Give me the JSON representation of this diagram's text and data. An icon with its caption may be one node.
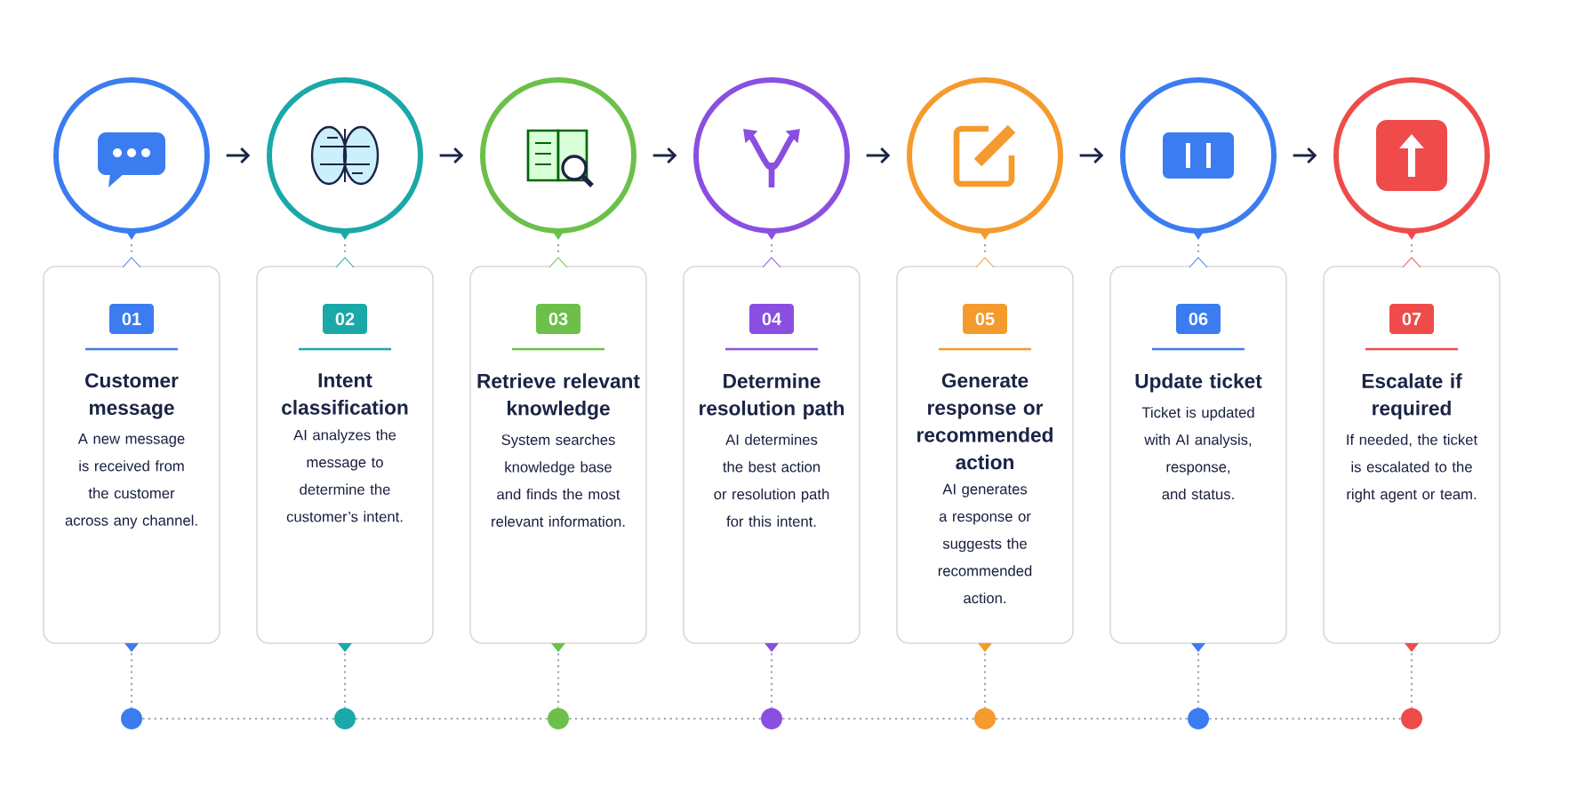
{
  "diagram": {
    "nodes": [
      {
        "text": [],
        "shape": "circle"
      },
      {
        "text": [],
        "shape": "circle"
      },
      {
        "text": [],
        "shape": "circle"
      },
      {
        "text": [],
        "shape": "circle"
      },
      {
        "text": [],
        "shape": "circle"
      },
      {
        "text": [],
        "shape": "circle"
      },
      {
        "text": [],
        "shape": "circle"
      },
      {
        "text": [
          "01",
          "Customer message",
          "A new message is received from the customer across any channel."
        ]
      },
      {
        "text": [
          "02",
          "Intent classification",
          "AI analyzes the message to determine the customer’s intent."
        ]
      },
      {
        "text": [
          "03",
          "Retrieve relevant knowledge",
          "System searches knowledge base and finds the most relevant information."
        ]
      },
      {
        "text": [
          "04",
          "Determine resolution path",
          "AI determines the best action or resolution path for this intent."
        ]
      },
      {
        "text": [
          "05",
          "Generate response or recommended action",
          "AI generates a response or suggests the recommended action."
        ]
      },
      {
        "text": [
          "06",
          "Update ticket",
          "Ticket is updated with AI analysis, response, and status."
        ]
      },
      {
        "text": [
          "07",
          "Escalate if required",
          "If needed, the ticket is escalated to the right agent or team."
        ]
      },
      {
        "text": [],
        "shape": "circle"
      },
      {
        "text": [],
        "shape": "circle"
      },
      {
        "text": [],
        "shape": "circle"
      },
      {
        "text": [],
        "shape": "circle"
      },
      {
        "text": [],
        "shape": "circle"
      },
      {
        "text": [],
        "shape": "circle"
      },
      {
        "text": [],
        "shape": "circle"
      }
    ],
    "edges": [
      {
        "from": 0,
        "to": 1,
        "arrow": "to",
        "color": "#1b2446"
      },
      {
        "from": 1,
        "to": 2,
        "arrow": "to",
        "color": "#1b2446"
      },
      {
        "from": 2,
        "to": 3,
        "arrow": "to",
        "color": "#1b2446"
      },
      {
        "from": 3,
        "to": 4,
        "arrow": "to",
        "color": "#1b2446"
      },
      {
        "from": 4,
        "to": 5,
        "arrow": "to",
        "color": "#1b2446"
      },
      {
        "from": 5,
        "to": 6,
        "arrow": "to",
        "color": "#1b2446"
      },
      {
        "from": 0,
        "to": 7,
        "arrow": "none",
        "style": "dashed"
      },
      {
        "from": 1,
        "to": 8,
        "arrow": "none",
        "style": "dashed"
      },
      {
        "from": 2,
        "to": 9,
        "arrow": "none",
        "style": "dashed"
      },
      {
        "from": 3,
        "to": 10,
        "arrow": "none",
        "style": "dashed"
      },
      {
        "from": 4,
        "to": 11,
        "arrow": "none",
        "style": "dashed"
      },
      {
        "from": 5,
        "to": 12,
        "arrow": "none",
        "style": "dashed"
      },
      {
        "from": 6,
        "to": 13,
        "arrow": "none",
        "style": "dashed"
      },
      {
        "from": 7,
        "to": 14,
        "arrow": "none",
        "style": "dashed"
      },
      {
        "from": 8,
        "to": 15,
        "arrow": "none",
        "style": "dashed"
      },
      {
        "from": 9,
        "to": 16,
        "arrow": "none",
        "style": "dashed"
      },
      {
        "from": 10,
        "to": 17,
        "arrow": "none",
        "style": "dashed"
      },
      {
        "from": 11,
        "to": 18,
        "arrow": "none",
        "style": "dashed"
      },
      {
        "from": 12,
        "to": 19,
        "arrow": "none",
        "style": "dashed"
      },
      {
        "from": 13,
        "to": 20,
        "arrow": "none",
        "style": "dashed"
      },
      {
        "from": 14,
        "to": 15,
        "arrow": "none",
        "style": "dashed"
      },
      {
        "from": 15,
        "to": 16,
        "arrow": "none",
        "style": "dashed"
      },
      {
        "from": 16,
        "to": 17,
        "arrow": "none",
        "style": "dashed"
      },
      {
        "from": 17,
        "to": 18,
        "arrow": "none",
        "style": "dashed"
      },
      {
        "from": 18,
        "to": 19,
        "arrow": "none",
        "style": "dashed"
      },
      {
        "from": 19,
        "to": 20,
        "arrow": "none",
        "style": "dashed"
      }
    ]
  }
}
